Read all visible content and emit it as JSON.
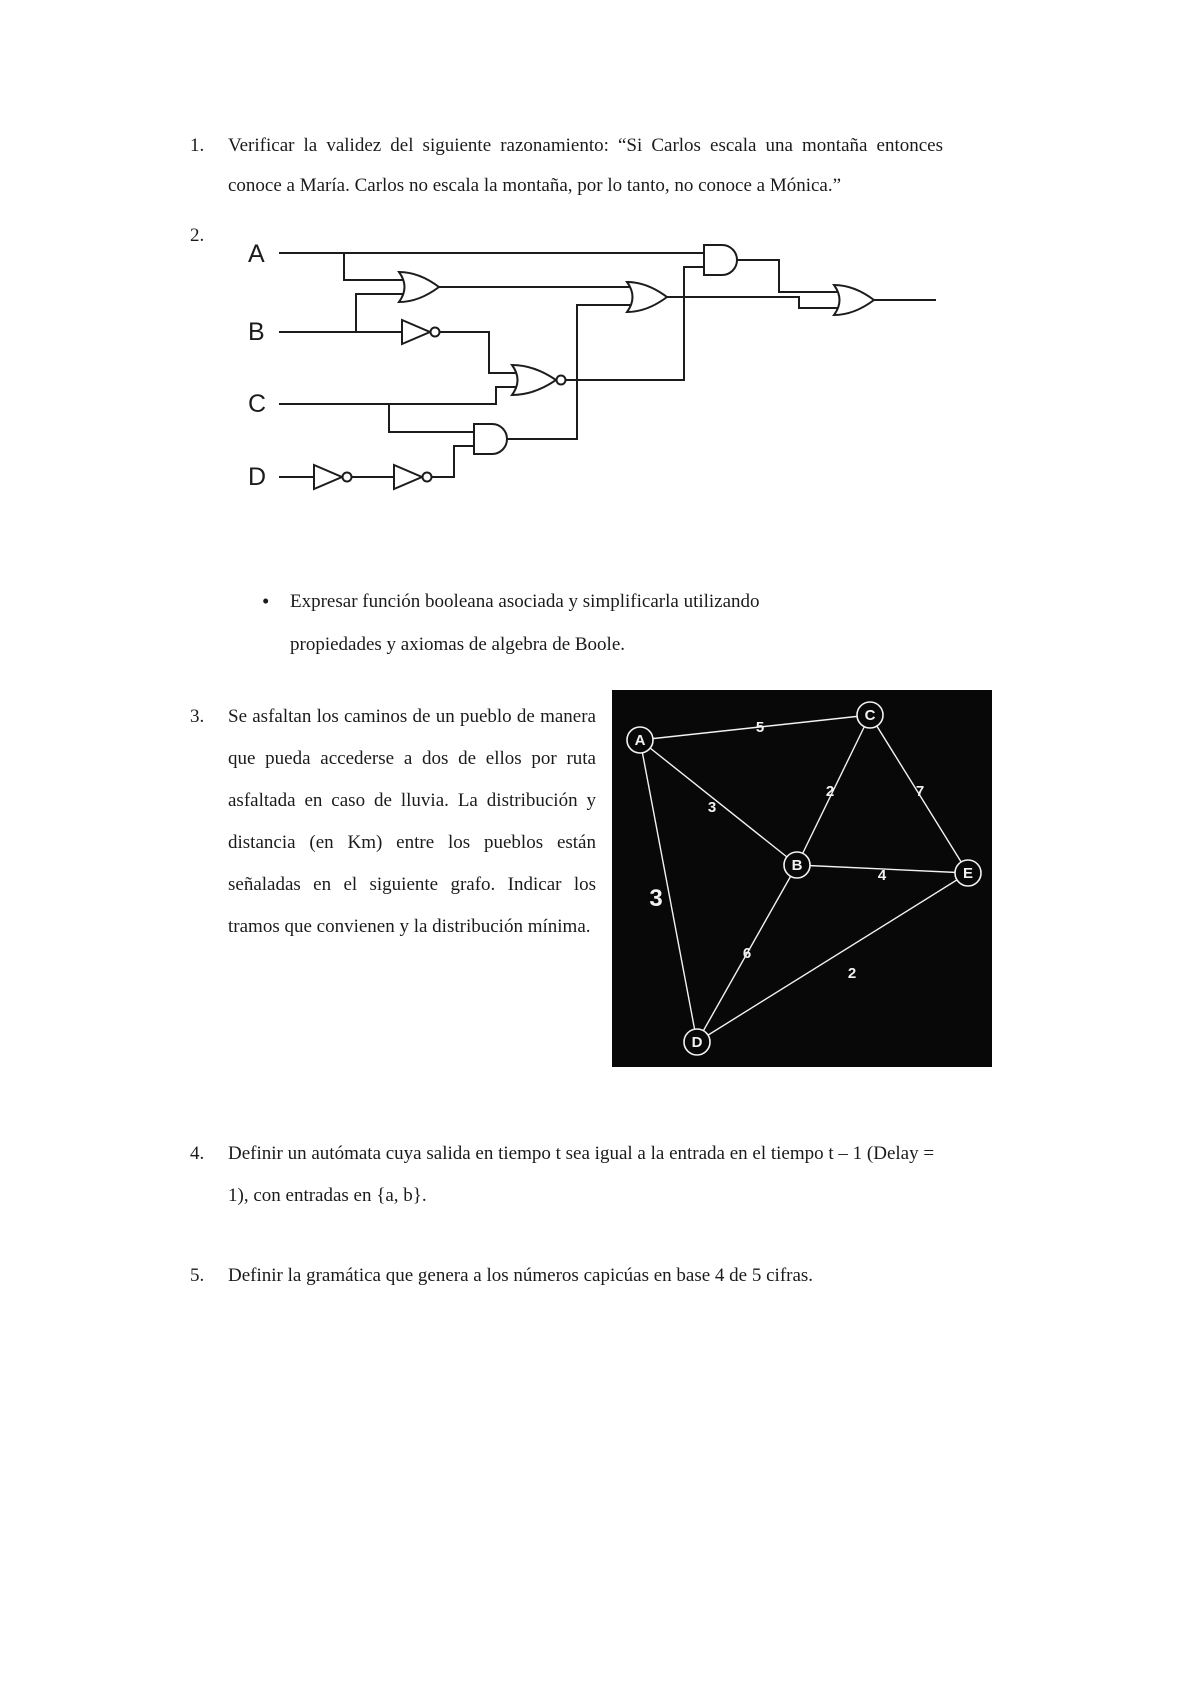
{
  "document": {
    "items": {
      "item1": {
        "number": "1.",
        "text": "Verificar la validez del siguiente razonamiento: “Si Carlos escala una montaña entonces conoce a María. Carlos no escala la montaña, por lo tanto, no conoce a Mónica.”"
      },
      "item2": {
        "number": "2."
      },
      "item3": {
        "number": "3.",
        "text": "Se asfaltan los caminos de un pueblo de manera que pueda accederse a dos de ellos por ruta asfaltada en caso de lluvia. La distribución y distancia (en Km) entre los pueblos están señaladas en el siguiente grafo. Indicar los tramos que convienen y la distribución mínima."
      },
      "item4": {
        "number": "4.",
        "text": "Definir un autómata cuya salida en tiempo t sea igual a la entrada en el tiempo t – 1 (Delay = 1), con entradas en {a, b}."
      },
      "item5": {
        "number": "5.",
        "text": "Definir la gramática que genera a los números capicúas en base 4 de 5 cifras."
      }
    },
    "bullet": {
      "marker": "•",
      "text": "Expresar función booleana asociada y simplificarla utilizando propiedades y axiomas de algebra de Boole."
    }
  },
  "circuit": {
    "inputs": [
      {
        "label": "A"
      },
      {
        "label": "B"
      },
      {
        "label": "C"
      },
      {
        "label": "D"
      }
    ],
    "gate_types": [
      "or-gate",
      "not-gate",
      "nor-gate",
      "and-gate"
    ]
  },
  "graph": {
    "background_color": "#080808",
    "stroke_color": "#f2f2f2",
    "nodes": [
      {
        "label": "A"
      },
      {
        "label": "B"
      },
      {
        "label": "C"
      },
      {
        "label": "D"
      },
      {
        "label": "E"
      }
    ],
    "edges": [
      {
        "from": "A",
        "to": "C",
        "weight": "5"
      },
      {
        "from": "A",
        "to": "B",
        "weight": "3"
      },
      {
        "from": "A",
        "to": "D",
        "weight": "3"
      },
      {
        "from": "C",
        "to": "B",
        "weight": "2"
      },
      {
        "from": "C",
        "to": "E",
        "weight": "7"
      },
      {
        "from": "B",
        "to": "E",
        "weight": "4"
      },
      {
        "from": "B",
        "to": "D",
        "weight": "6"
      },
      {
        "from": "D",
        "to": "E",
        "weight": "2"
      }
    ]
  }
}
